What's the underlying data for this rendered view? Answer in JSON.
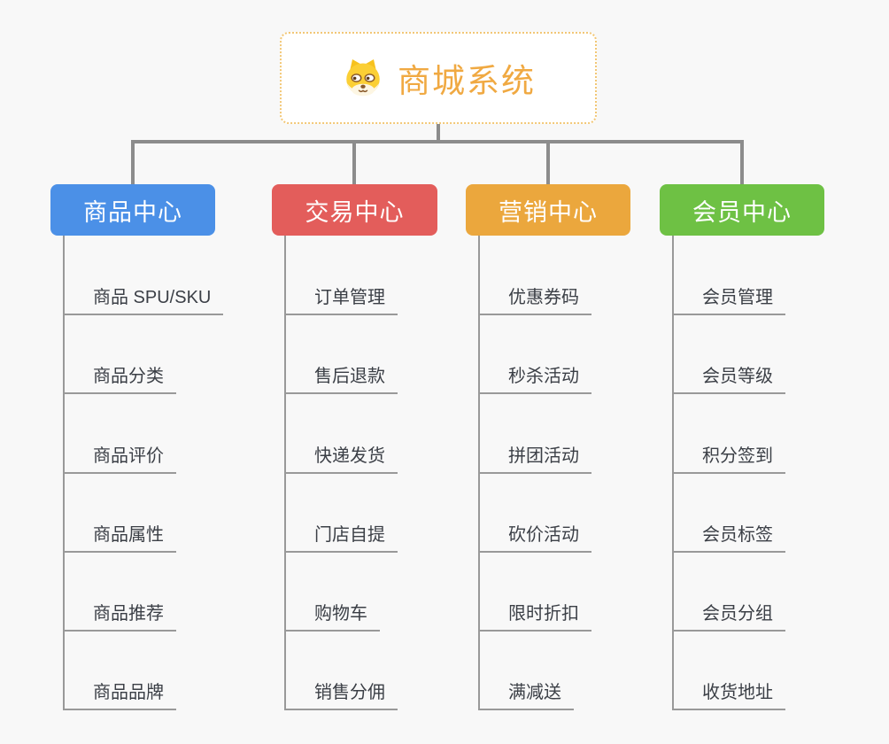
{
  "page": {
    "background": "#f8f8f8"
  },
  "connector": {
    "color": "#8c8c8c"
  },
  "root": {
    "title": "商城系统",
    "icon": "shiba-dog-icon",
    "text_color": "#f0a942",
    "border_color": "#f2c776"
  },
  "branches": [
    {
      "label": "商品中心",
      "color": "#4b90e7",
      "items": [
        "商品 SPU/SKU",
        "商品分类",
        "商品评价",
        "商品属性",
        "商品推荐",
        "商品品牌"
      ]
    },
    {
      "label": "交易中心",
      "color": "#e35d5b",
      "items": [
        "订单管理",
        "售后退款",
        "快递发货",
        "门店自提",
        "购物车",
        "销售分佣"
      ]
    },
    {
      "label": "营销中心",
      "color": "#eba73d",
      "items": [
        "优惠券码",
        "秒杀活动",
        "拼团活动",
        "砍价活动",
        "限时折扣",
        "满减送"
      ]
    },
    {
      "label": "会员中心",
      "color": "#6ec144",
      "items": [
        "会员管理",
        "会员等级",
        "积分签到",
        "会员标签",
        "会员分组",
        "收货地址"
      ]
    }
  ]
}
